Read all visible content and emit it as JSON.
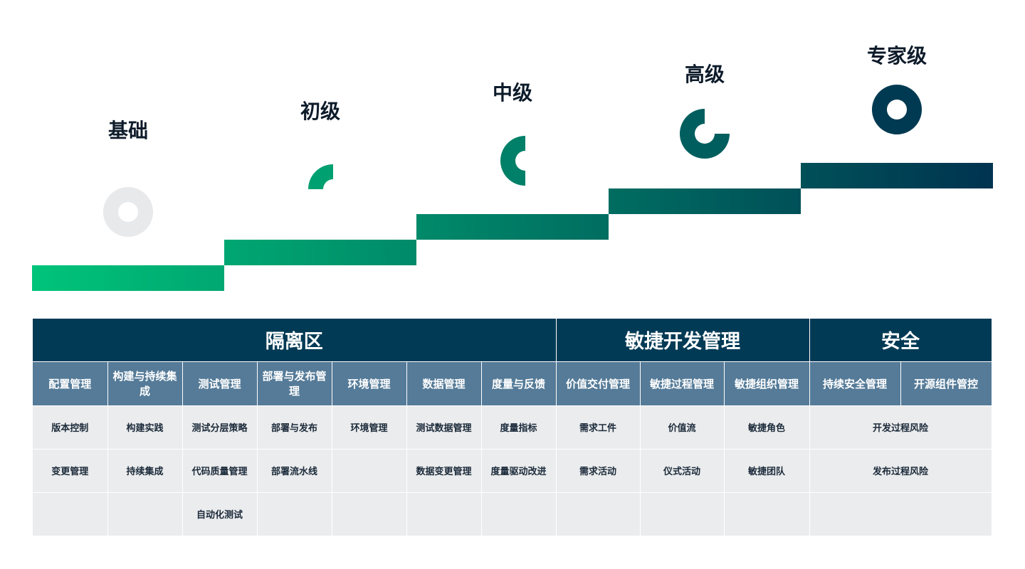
{
  "levels": [
    {
      "label": "基础",
      "progress": 0,
      "color": "#e8e9eb"
    },
    {
      "label": "初级",
      "progress": 0.25,
      "color": "#00a070"
    },
    {
      "label": "中级",
      "progress": 0.5,
      "color": "#008068"
    },
    {
      "label": "高级",
      "progress": 0.75,
      "color": "#005e5e"
    },
    {
      "label": "专家级",
      "progress": 1,
      "color": "#003a52"
    }
  ],
  "colors": {
    "gradient_start": "#00c47a",
    "gradient_end": "#003350"
  },
  "table": {
    "groups": [
      "隔离区",
      "敏捷开发管理",
      "安全"
    ],
    "subheaders": [
      "配置管理",
      "构建与持续集成",
      "测试管理",
      "部署与发布管理",
      "环境管理",
      "数据管理",
      "度量与反馈",
      "价值交付管理",
      "敏捷过程管理",
      "敏捷组织管理",
      "持续安全管理",
      "开源组件管控"
    ],
    "rows": [
      [
        "版本控制",
        "构建实践",
        "测试分层策略",
        "部署与发布",
        "环境管理",
        "测试数据管理",
        "度量指标",
        "需求工件",
        "价值流",
        "敏捷角色",
        "开发过程风险"
      ],
      [
        "变更管理",
        "持续集成",
        "代码质量管理",
        "部署流水线",
        "",
        "数据变更管理",
        "度量驱动改进",
        "需求活动",
        "仪式活动",
        "敏捷团队",
        "发布过程风险"
      ],
      [
        "",
        "",
        "自动化测试",
        "",
        "",
        "",
        "",
        "",
        "",
        "",
        ""
      ]
    ]
  }
}
